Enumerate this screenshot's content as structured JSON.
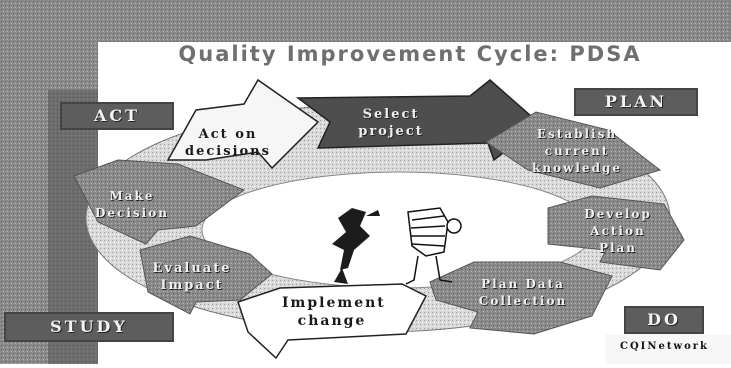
{
  "title": "Quality Improvement Cycle: PDSA",
  "phases": {
    "act": "ACT",
    "plan": "PLAN",
    "study": "STUDY",
    "do": "DO"
  },
  "steps": {
    "select_project": "Select project",
    "establish_knowledge": "Establish current knowledge",
    "develop_plan": "Develop Action Plan",
    "plan_data": "Plan Data Collection",
    "implement": "Implement change",
    "evaluate": "Evaluate Impact",
    "decision": "Make Decision",
    "act_on": "Act on decisions"
  },
  "footer": "CQINetwork"
}
